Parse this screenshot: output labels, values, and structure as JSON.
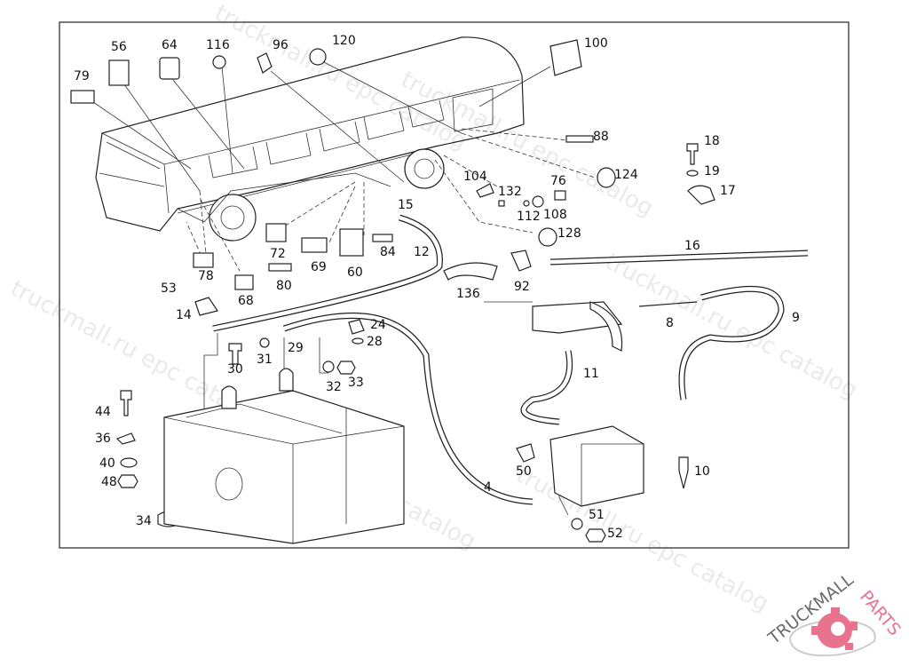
{
  "diagram": {
    "part_labels": [
      "56",
      "64",
      "116",
      "96",
      "120",
      "100",
      "79",
      "88",
      "18",
      "19",
      "17",
      "124",
      "104",
      "132",
      "76",
      "112",
      "108",
      "128",
      "15",
      "72",
      "69",
      "60",
      "84",
      "12",
      "16",
      "78",
      "80",
      "68",
      "53",
      "136",
      "92",
      "14",
      "24",
      "28",
      "29",
      "30",
      "31",
      "32",
      "33",
      "8",
      "9",
      "11",
      "44",
      "36",
      "40",
      "48",
      "50",
      "4",
      "10",
      "51",
      "52",
      "34"
    ]
  },
  "watermark": {
    "text": "truckmall.ru epc catalog"
  },
  "logo": {
    "text_main": "TRUCKMALL",
    "text_accent": "PARTS",
    "accent_color": "#e8738f",
    "gray_color": "#6b6b6b",
    "icon": "gear-icon"
  }
}
